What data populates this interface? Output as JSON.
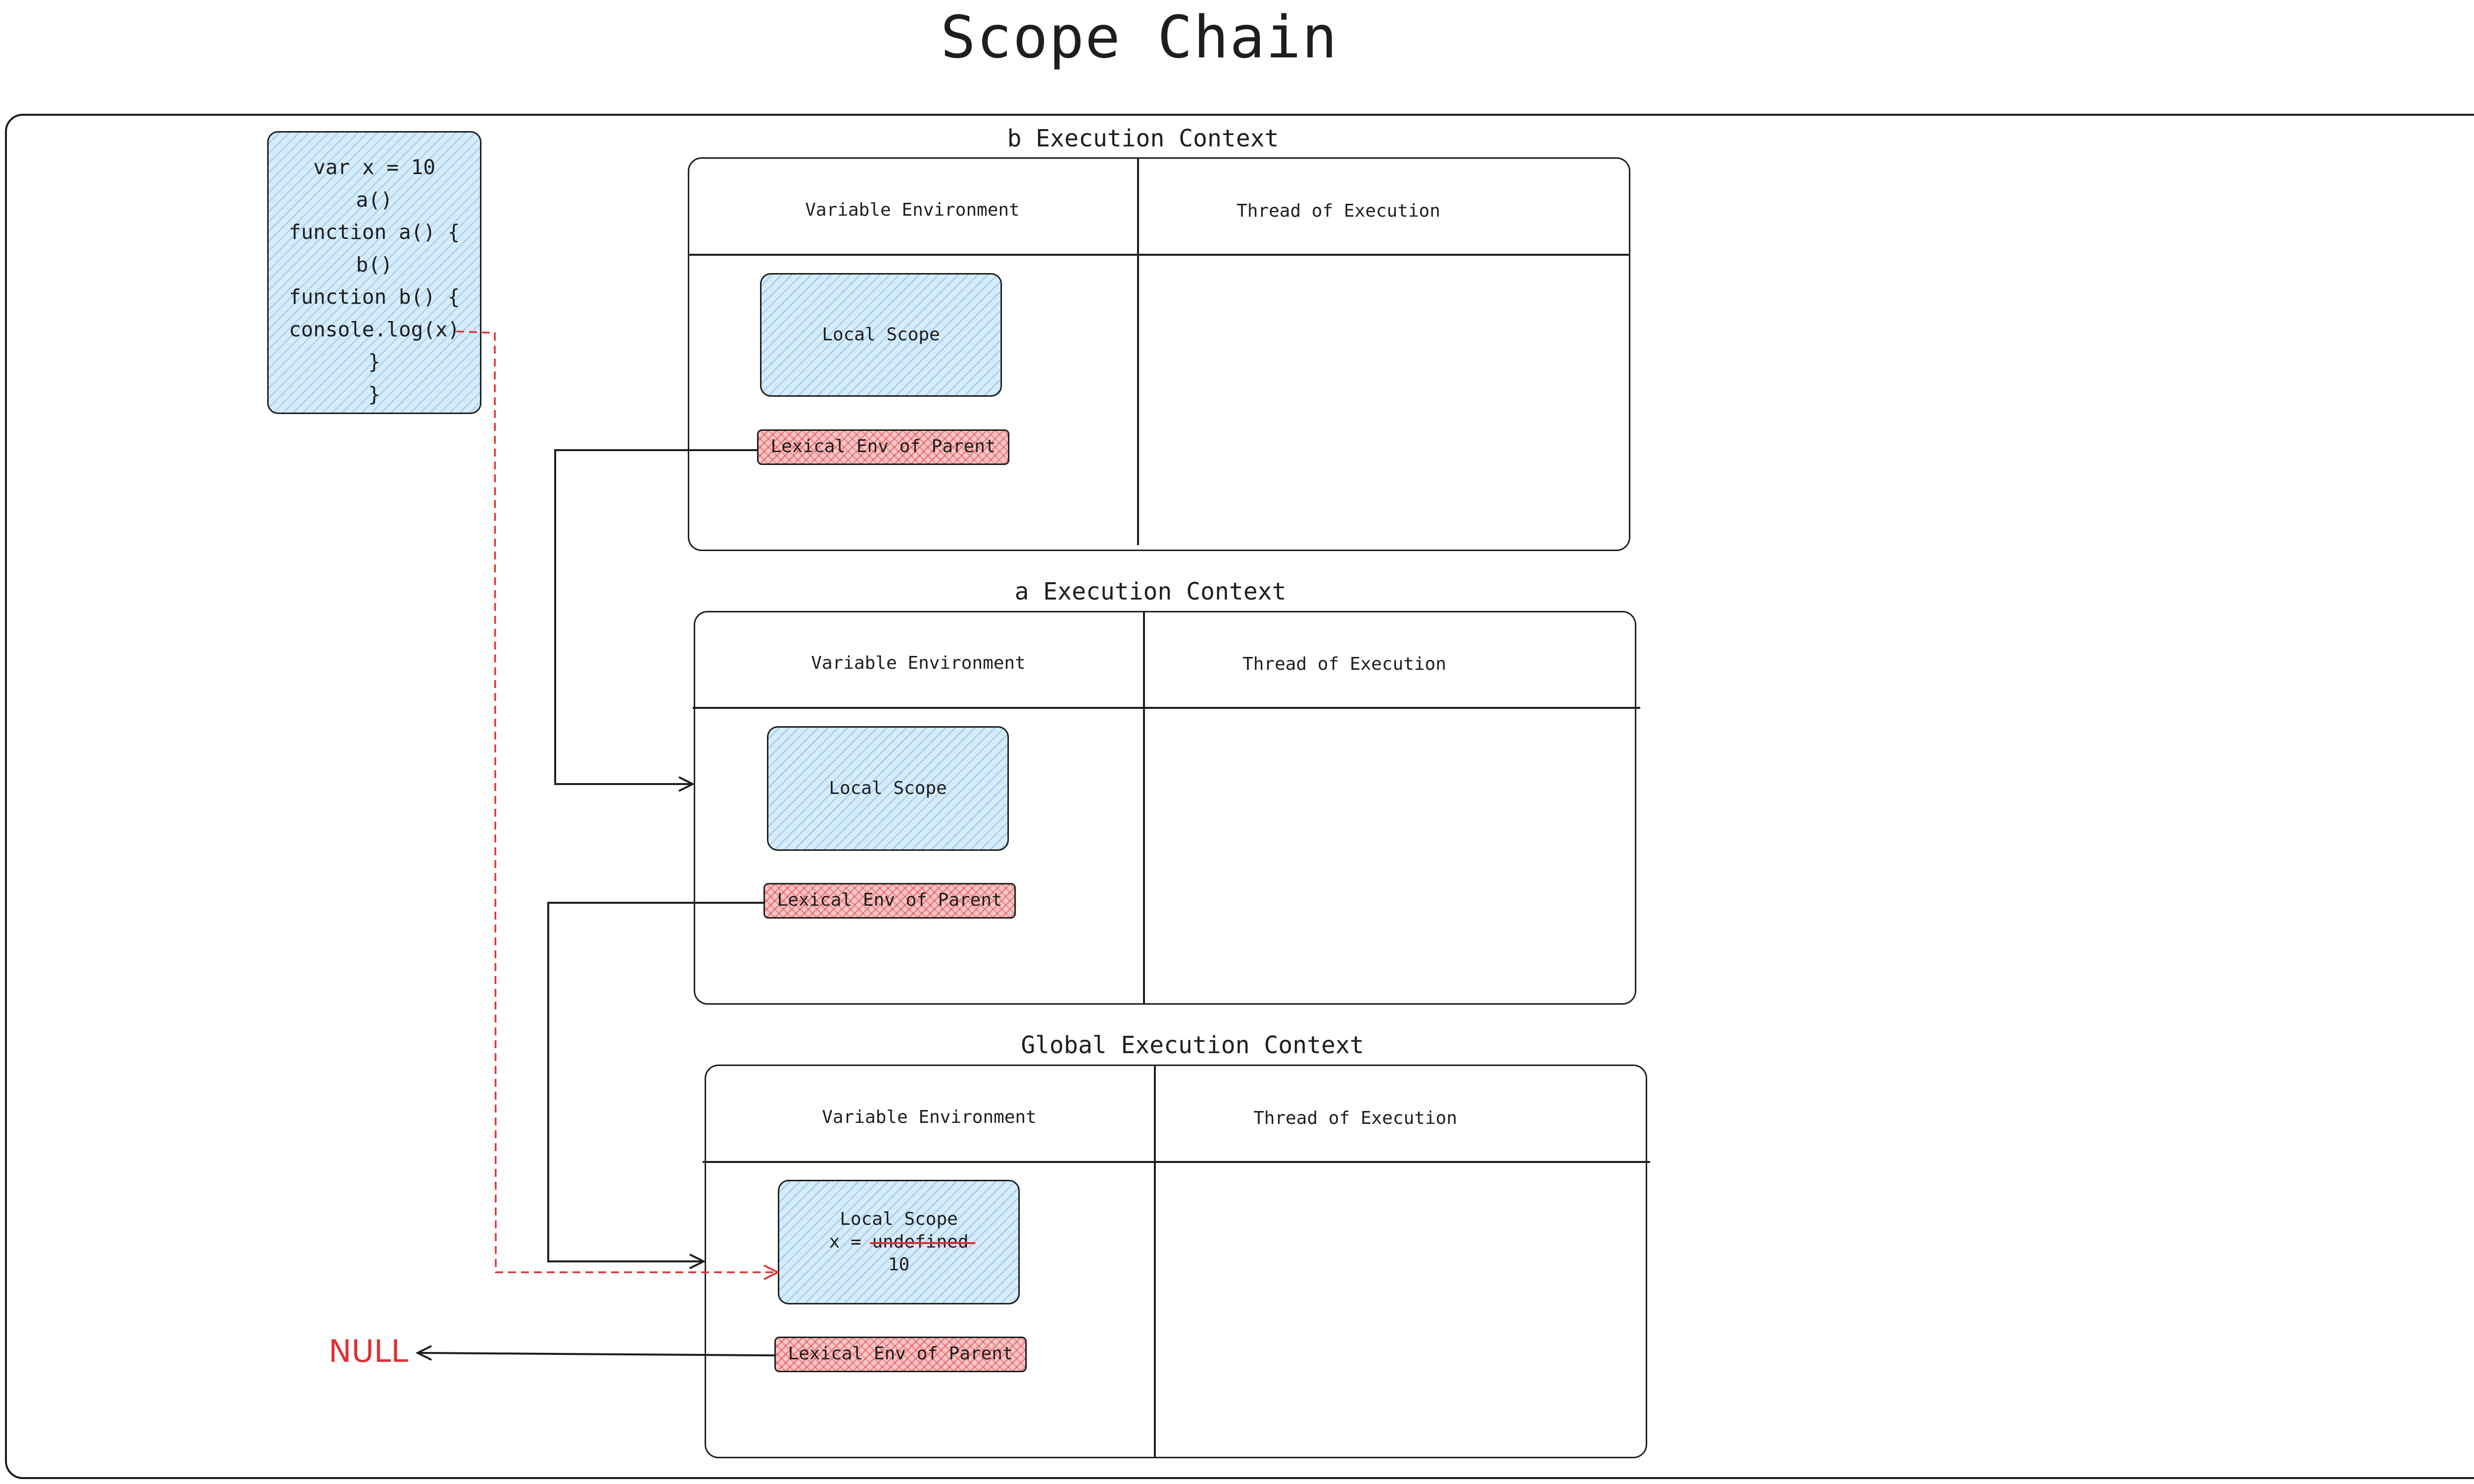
{
  "title": "Scope Chain",
  "code": {
    "lines": [
      "var x = 10",
      "a()",
      "function a() {",
      "b()",
      "function b() {",
      "console.log(x)",
      "}",
      "}"
    ]
  },
  "contexts": {
    "b": {
      "title": "b Execution Context",
      "variable_env_label": "Variable Environment",
      "thread_label": "Thread of Execution",
      "local_scope_label": "Local Scope",
      "lexical_env_label": "Lexical Env of Parent"
    },
    "a": {
      "title": "a Execution Context",
      "variable_env_label": "Variable Environment",
      "thread_label": "Thread of Execution",
      "local_scope_label": "Local Scope",
      "lexical_env_label": "Lexical Env of Parent"
    },
    "global": {
      "title": "Global Execution Context",
      "variable_env_label": "Variable Environment",
      "thread_label": "Thread of Execution",
      "local_scope_label": "Local Scope",
      "x_prefix": "x = ",
      "x_old_value": "undefined",
      "x_new_value": "10",
      "lexical_env_label": "Lexical Env of Parent"
    }
  },
  "null_label": "NULL",
  "colors": {
    "stroke": "#1e1e1e",
    "scope_fill": "#d7ecfb",
    "lexical_fill": "#f7c7c9",
    "highlight_red": "#e03131"
  }
}
